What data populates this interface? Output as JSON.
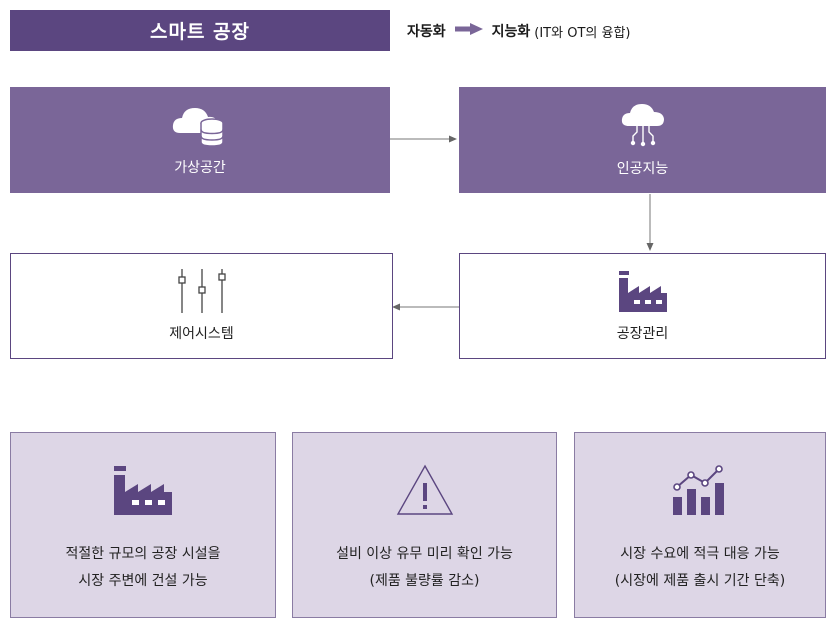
{
  "header": {
    "title": "스마트 공장",
    "from": "자동화",
    "to": "지능화",
    "note": "(IT와 OT의 융합)"
  },
  "nodes": {
    "virtual_space": {
      "label": "가상공간",
      "icon": "cloud-database-icon"
    },
    "ai": {
      "label": "인공지능",
      "icon": "cloud-network-icon"
    },
    "control": {
      "label": "제어시스템",
      "icon": "sliders-icon"
    },
    "factory": {
      "label": "공장관리",
      "icon": "factory-icon"
    }
  },
  "features": [
    {
      "icon": "factory-icon",
      "line1": "적절한 규모의 공장 시설을",
      "line2": "시장 주변에 건설 가능"
    },
    {
      "icon": "warning-icon",
      "line1": "설비 이상 유무 미리 확인 가능",
      "line2": "(제품 불량률 감소)"
    },
    {
      "icon": "growth-chart-icon",
      "line1": "시장 수요에 적극 대응 가능",
      "line2": "(시장에 제품 출시 기간 단축)"
    }
  ],
  "colors": {
    "primary": "#5b4680",
    "box_fill": "#7a6698",
    "feature_fill": "#ddd6e6",
    "connector": "#666666"
  }
}
